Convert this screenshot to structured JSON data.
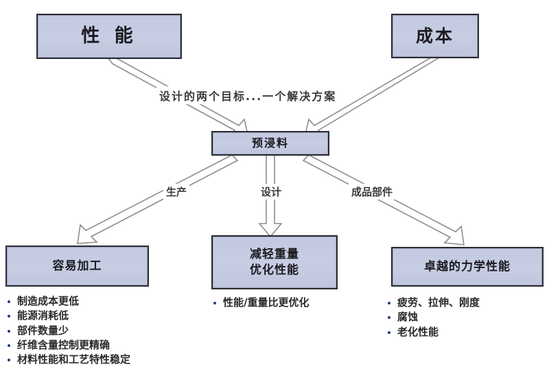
{
  "diagram": {
    "title_label": "设计的两个目标...一个解决方案",
    "nodes": {
      "performance": "性 能",
      "cost": "成本",
      "prepreg": "预浸料",
      "easy_process": "容易加工",
      "weight_line1": "减轻重量",
      "weight_line2": "优化性能",
      "mechanical": "卓越的力学性能"
    },
    "edge_labels": {
      "produce": "生产",
      "design": "设计",
      "finished_part": "成品部件"
    },
    "bullets": {
      "easy_process": [
        "制造成本更低",
        "能源消耗低",
        "部件数量少",
        "纤维含量控制更精确",
        "材料性能和工艺特性稳定"
      ],
      "weight": [
        "性能/重量比更优化"
      ],
      "mechanical": [
        "疲劳、拉伸、刚度",
        "腐蚀",
        "老化性能"
      ]
    },
    "colors": {
      "node_fill": "#c5cbe1",
      "node_border": "#2b2b33",
      "arrow_stroke": "#8c8c8c",
      "bullet_marker": "#1f3d7a",
      "text": "#1b1b1f"
    }
  }
}
